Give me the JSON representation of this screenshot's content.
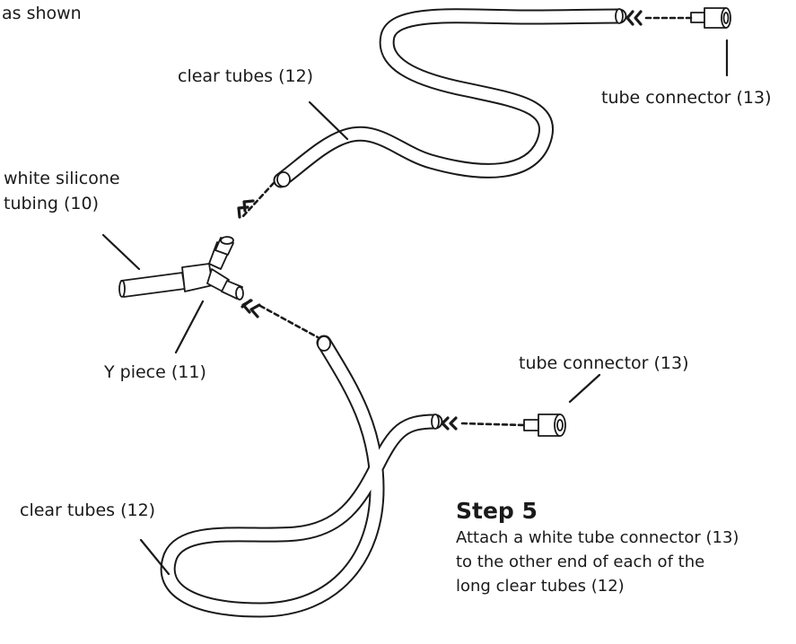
{
  "top_note": "as shown",
  "labels": {
    "clear_tubes_top": "clear tubes (12)",
    "tube_connector_top": "tube connector (13)",
    "white_silicone_line1": "white silicone",
    "white_silicone_line2": "tubing (10)",
    "y_piece": "Y piece (11)",
    "tube_connector_mid": "tube connector (13)",
    "clear_tubes_bottom": "clear tubes (12)"
  },
  "step": {
    "title": "Step 5",
    "lines": [
      "Attach a white tube connector (13)",
      "to the other end of each of the",
      "long clear tubes (12)"
    ]
  },
  "colors": {
    "ink": "#1a1a1a",
    "paper": "#ffffff"
  }
}
